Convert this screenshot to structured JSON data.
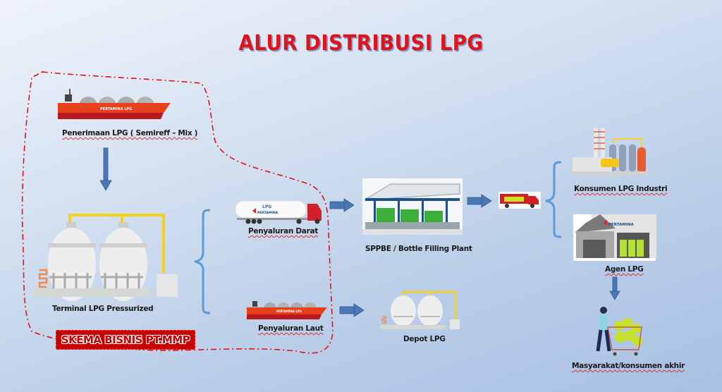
{
  "title": "ALUR DISTRIBUSI LPG",
  "colors": {
    "title": "#e0121a",
    "arrow": "#4a78b5",
    "bracket": "#5b9bd5",
    "boundary": "#e8111a",
    "badge_bg": "#c80000",
    "pipe": "#f7d117"
  },
  "nodes": {
    "receiving": {
      "label": "Penerimaan LPG ( Semireff – Mix )",
      "icon": "lpg-tanker-ship-icon",
      "ship_text": "PERTAMINA  LPG"
    },
    "terminal": {
      "label": "Terminal LPG Pressurized",
      "icon": "spherical-storage-tanks-icon"
    },
    "land": {
      "label": "Penyaluran Darat",
      "icon": "lpg-tanker-truck-icon",
      "truck_text": "LPG",
      "truck_brand": "PERTAMINA"
    },
    "sea": {
      "label": "Penyaluran Laut",
      "icon": "lpg-tanker-ship-icon",
      "ship_text": "PERTAMINA  LPG"
    },
    "sppbe": {
      "label": "SPPBE / Bottle Filling Plant",
      "icon": "filling-plant-photo"
    },
    "depot": {
      "label": "Depot LPG",
      "icon": "storage-tanks-icon"
    },
    "delivery_truck": {
      "icon": "delivery-truck-icon"
    },
    "industry": {
      "label": "Konsumen LPG Industri",
      "icon": "industrial-plant-icon"
    },
    "agent": {
      "label": "Agen LPG",
      "icon": "warehouse-icon",
      "brand": "PERTAMINA"
    },
    "end_consumer": {
      "label": "Masyarakat/konsumen akhir",
      "icon": "person-cart-icon"
    }
  },
  "badge": {
    "label": "SKEMA BISNIS PT.MMP"
  }
}
